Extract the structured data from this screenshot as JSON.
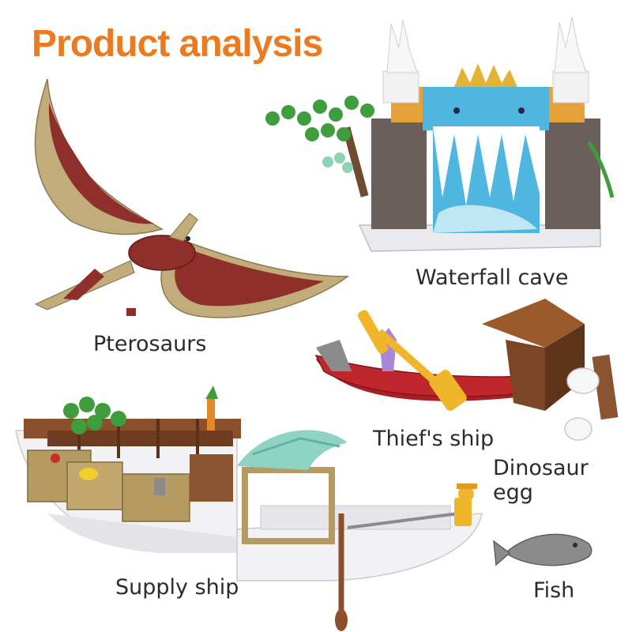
{
  "title": "Product analysis",
  "items": [
    {
      "label": "Pterosaurs",
      "icon": "pterosaur-figure"
    },
    {
      "label": "Waterfall cave",
      "icon": "waterfall-cave-set"
    },
    {
      "label": "Thief's ship",
      "icon": "red-boat"
    },
    {
      "label": "Dinosaur egg",
      "icon": "egg"
    },
    {
      "label": "Supply ship",
      "icon": "supply-ship"
    },
    {
      "label": "Fish",
      "icon": "fish"
    }
  ],
  "colors": {
    "title": "#ee7a1f",
    "pterosaur_tan": "#c2ad7a",
    "pterosaur_red": "#8e2f2b",
    "water_blue": "#4fb6df",
    "boat_red": "#c0272d",
    "wood_brown": "#7b4526",
    "leaf_green": "#3e9d3c",
    "fish_grey": "#8b8b8b"
  }
}
